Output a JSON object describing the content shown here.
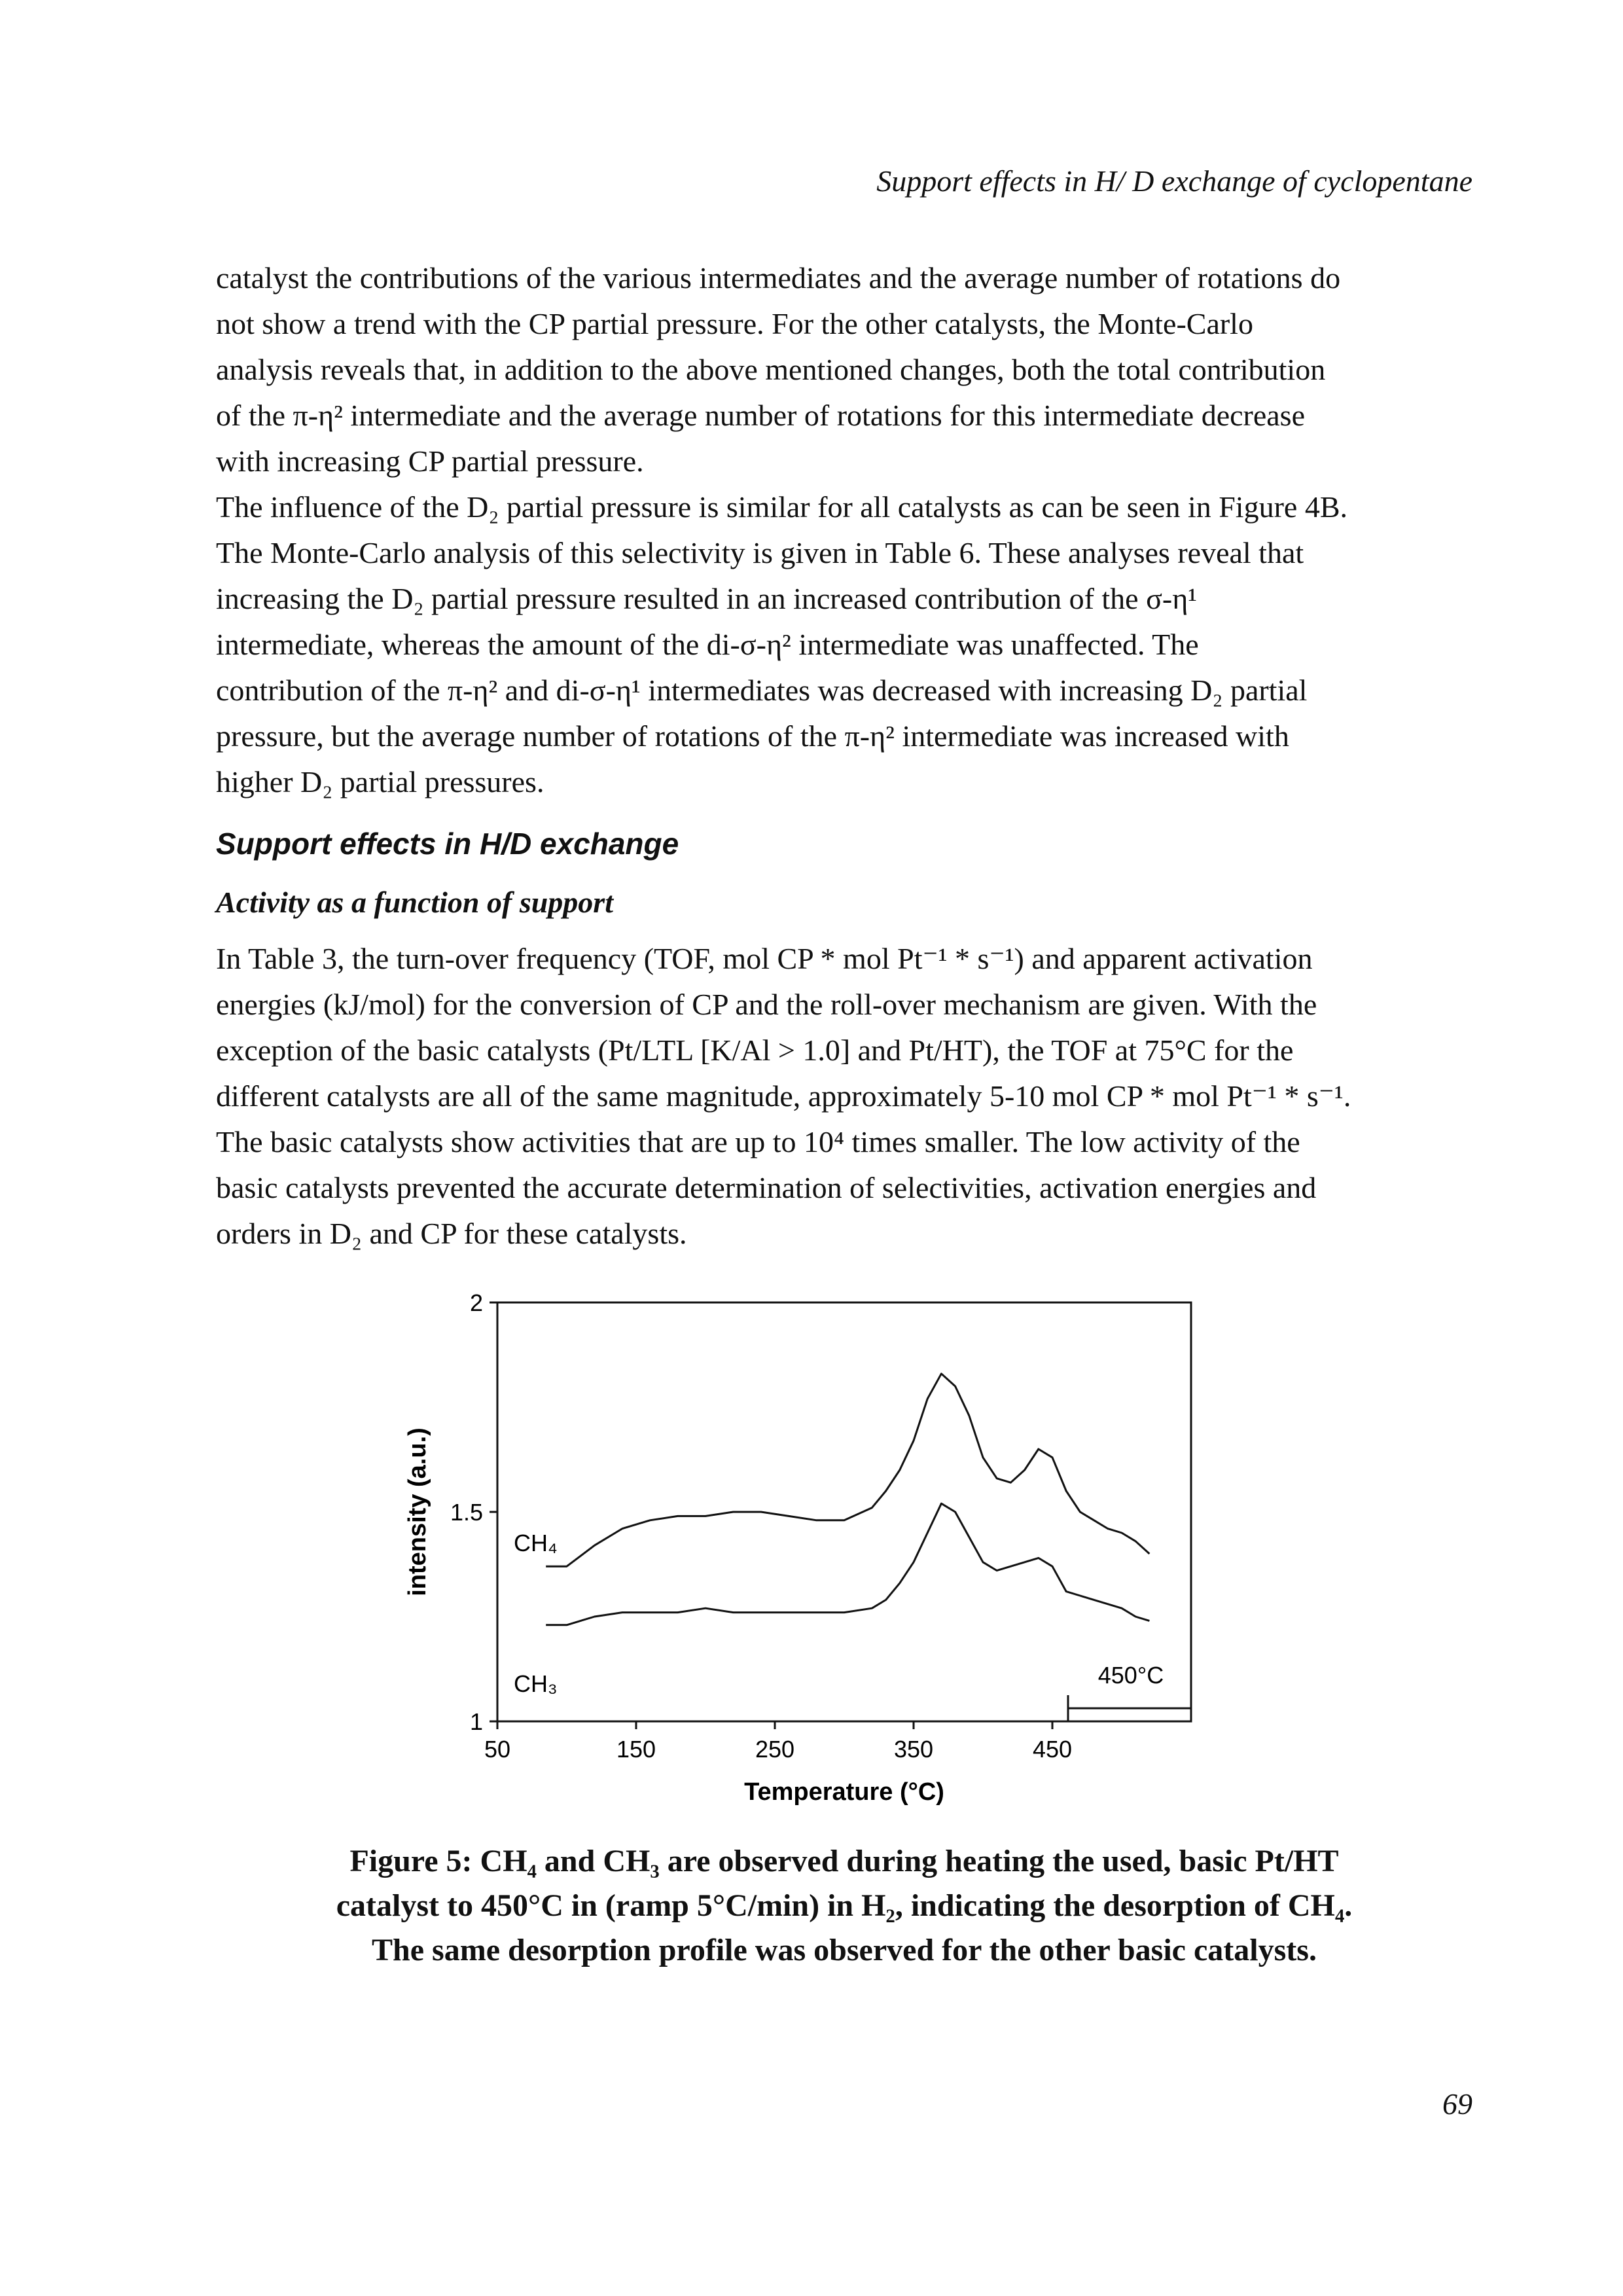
{
  "header": {
    "running_title": "Support effects in H/ D exchange of cyclopentane"
  },
  "body": {
    "block1": [
      "catalyst the contributions of the various intermediates and the average number of rotations do",
      "not show a trend with the CP partial pressure. For the other catalysts, the Monte-Carlo",
      "analysis reveals that, in addition to the above mentioned changes, both the total contribution",
      "of the π-η² intermediate and the average number of rotations for this intermediate decrease",
      "with increasing CP partial pressure."
    ],
    "block2": [
      "The influence of the D₂ partial pressure is similar for all catalysts as can be seen in Figure 4B.",
      "The Monte-Carlo analysis of this selectivity is given in Table 6. These analyses reveal that",
      "increasing the D₂ partial pressure resulted in an increased contribution of the σ-η¹",
      "intermediate, whereas the amount of the di-σ-η² intermediate was unaffected. The",
      "contribution of the π-η² and di-σ-η¹ intermediates was decreased with increasing D₂ partial",
      "pressure, but the average number of rotations of the π-η² intermediate was increased with",
      "higher D₂ partial pressures."
    ],
    "section_heading": "Support effects in H/D exchange",
    "subsection_heading": "Activity as a function of support",
    "block3": [
      "In Table 3, the turn-over frequency (TOF, mol CP * mol Pt⁻¹ * s⁻¹) and apparent activation",
      "energies (kJ/mol) for the conversion of CP and the roll-over mechanism are given. With the",
      "exception of the basic catalysts (Pt/LTL [K/Al > 1.0] and Pt/HT), the TOF at 75°C for the",
      "different catalysts are all of the same magnitude, approximately 5-10 mol CP * mol Pt⁻¹ * s⁻¹.",
      "The basic catalysts show activities that are up to 10⁴ times smaller. The low activity of the",
      "basic catalysts prevented the accurate determination of selectivities, activation energies and",
      "orders in D₂ and CP for these catalysts."
    ]
  },
  "figure": {
    "caption_lines": [
      "Figure 5: CH₄ and CH₃ are observed during heating the used, basic Pt/HT",
      "catalyst to 450°C in (ramp 5°C/min) in H₂, indicating the desorption of CH₄.",
      "The same desorption profile was observed for the other basic catalysts."
    ]
  },
  "chart_data": {
    "type": "line",
    "title": "",
    "xlabel": "Temperature (°C)",
    "ylabel": "intensity (a.u.)",
    "xlim": [
      50,
      550
    ],
    "ylim": [
      1,
      2
    ],
    "x_ticks": [
      "50",
      "150",
      "250",
      "350",
      "450"
    ],
    "y_ticks": [
      "1",
      "1.5",
      "2"
    ],
    "grid": false,
    "annotation": "450°C",
    "series": [
      {
        "name": "CH₄",
        "x": [
          85,
          100,
          120,
          140,
          160,
          180,
          200,
          220,
          240,
          260,
          280,
          300,
          320,
          330,
          340,
          350,
          360,
          370,
          380,
          390,
          400,
          410,
          420,
          430,
          440,
          450,
          460,
          470,
          480,
          490,
          500,
          510,
          520
        ],
        "values": [
          1.37,
          1.37,
          1.42,
          1.46,
          1.48,
          1.49,
          1.49,
          1.5,
          1.5,
          1.49,
          1.48,
          1.48,
          1.51,
          1.55,
          1.6,
          1.67,
          1.77,
          1.83,
          1.8,
          1.73,
          1.63,
          1.58,
          1.57,
          1.6,
          1.65,
          1.63,
          1.55,
          1.5,
          1.48,
          1.46,
          1.45,
          1.43,
          1.4
        ]
      },
      {
        "name": "CH₃",
        "x": [
          85,
          100,
          120,
          140,
          160,
          180,
          200,
          220,
          240,
          260,
          280,
          300,
          320,
          330,
          340,
          350,
          360,
          370,
          380,
          390,
          400,
          410,
          420,
          430,
          440,
          450,
          460,
          470,
          480,
          490,
          500,
          510,
          520
        ],
        "values": [
          1.23,
          1.23,
          1.25,
          1.26,
          1.26,
          1.26,
          1.27,
          1.26,
          1.26,
          1.26,
          1.26,
          1.26,
          1.27,
          1.29,
          1.33,
          1.38,
          1.45,
          1.52,
          1.5,
          1.44,
          1.38,
          1.36,
          1.37,
          1.38,
          1.39,
          1.37,
          1.31,
          1.3,
          1.29,
          1.28,
          1.27,
          1.25,
          1.24
        ]
      }
    ]
  }
}
